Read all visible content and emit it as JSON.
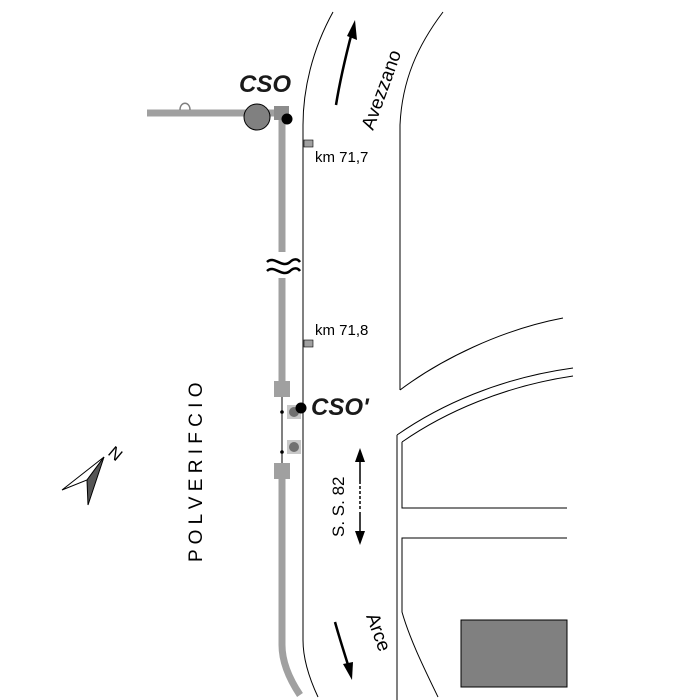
{
  "labels": {
    "cso_top": "CSO",
    "cso_bottom": "CSO'",
    "km_1": "km 71,7",
    "km_2": "km 71,8",
    "avezzano": "Avezzano",
    "arce": "Arce",
    "ss82": "S. S. 82",
    "polverifcio": "P O L V E R I F C I O",
    "north": "N"
  },
  "colors": {
    "line": "#000000",
    "pipe": "#a0a0a0",
    "pipe_joint": "#8c8c8c",
    "marker": "#808080",
    "building": "#808080",
    "background": "#ffffff"
  },
  "icons": {
    "north_arrow": "north-arrow-icon",
    "break_symbol": "break-mark-icon"
  }
}
